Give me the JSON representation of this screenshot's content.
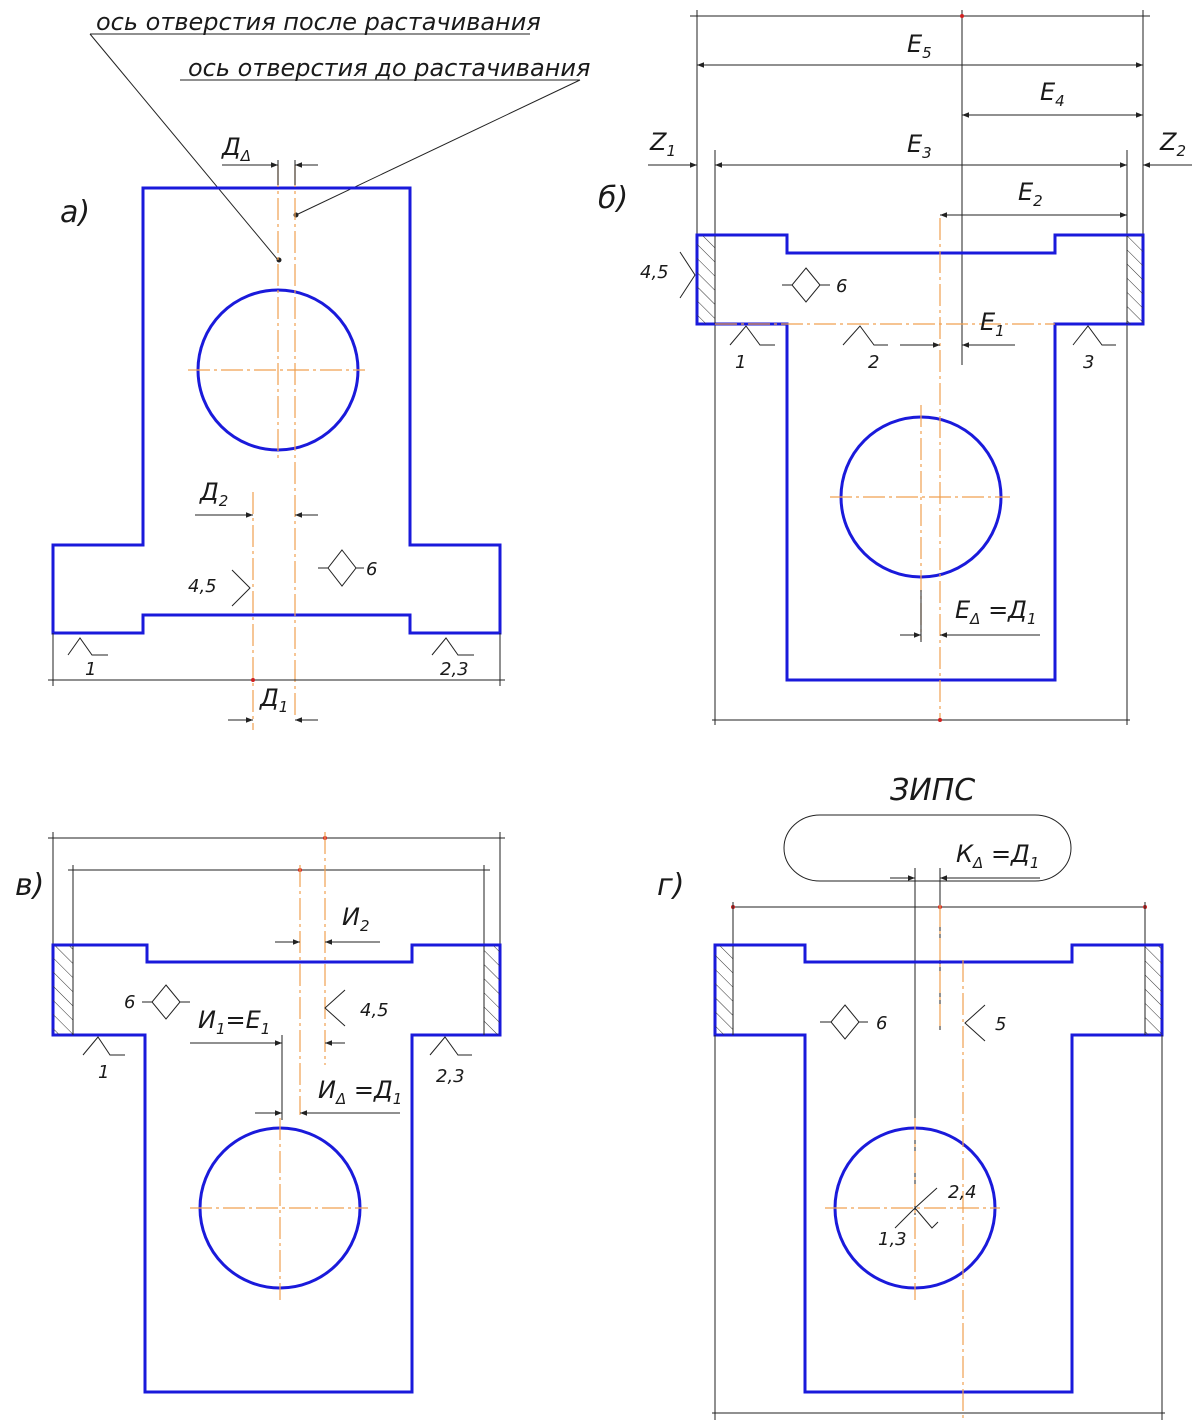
{
  "panels": {
    "a": {
      "tag": "а)",
      "note_after": "ось отверстия после растачивания",
      "note_before": "ось отверстия до растачивания",
      "dims": {
        "delta_main": "Д",
        "delta_sub": "Δ",
        "d2_main": "Д",
        "d2_sub": "2",
        "d1_main": "Д",
        "d1_sub": "1"
      },
      "bases": {
        "top": "4,5",
        "left": "1",
        "right": "2,3",
        "guide": "6"
      }
    },
    "b": {
      "tag": "б)",
      "dims": {
        "z1_main": "Z",
        "z1_sub": "1",
        "z2_main": "Z",
        "z2_sub": "2",
        "e1_main": "E",
        "e1_sub": "1",
        "e2_main": "E",
        "e2_sub": "2",
        "e3_main": "E",
        "e3_sub": "3",
        "e4_main": "E",
        "e4_sub": "4",
        "e5_main": "E",
        "e5_sub": "5",
        "ed_main": "E",
        "ed_sub": "Δ",
        "ed_eq": " =Д",
        "ed_eq_sub": "1"
      },
      "bases": {
        "side": "4,5",
        "b1": "1",
        "b2": "2",
        "b3": "3",
        "guide": "6"
      }
    },
    "v": {
      "tag": "в)",
      "dims": {
        "i2_main": "И",
        "i2_sub": "2",
        "i1_main": "И",
        "i1_sub": "1",
        "i1_eq": "=E",
        "i1_eq_sub": "1",
        "id_main": "И",
        "id_sub": "Δ",
        "id_eq": " =Д",
        "id_eq_sub": "1"
      },
      "bases": {
        "guide": "6",
        "side": "4,5",
        "left": "1",
        "right": "2,3"
      }
    },
    "g": {
      "tag": "г)",
      "title": "ЗИПС",
      "dims": {
        "kd_main": "К",
        "kd_sub": "Δ",
        "kd_eq": " =Д",
        "kd_eq_sub": "1"
      },
      "bases": {
        "guide": "6",
        "side": "5",
        "center_top": "2,4",
        "center_bot": "1,3"
      }
    }
  }
}
